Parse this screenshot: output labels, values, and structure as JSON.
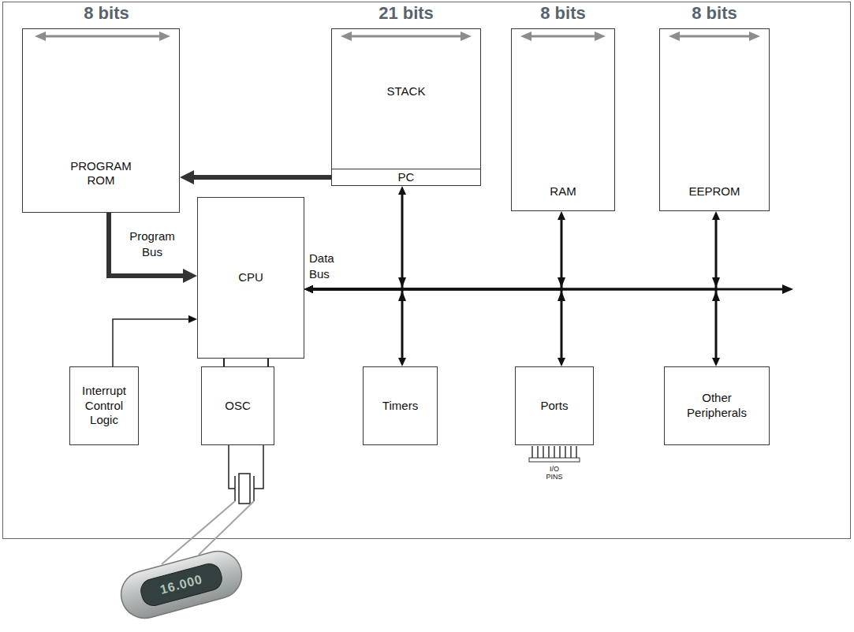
{
  "diagram": {
    "nodes": [
      {
        "text": [
          "PROGRAM ROM"
        ]
      },
      {
        "text": [
          "STACK"
        ]
      },
      {
        "text": [
          "PC"
        ],
        "in": 1
      },
      {
        "text": [
          "RAM"
        ]
      },
      {
        "text": [
          "EEPROM"
        ]
      },
      {
        "text": [
          "CPU"
        ]
      },
      {
        "text": [
          "Interrupt Control Logic"
        ]
      },
      {
        "text": [
          "OSC"
        ]
      },
      {
        "text": [
          "Timers"
        ]
      },
      {
        "text": [
          "Ports"
        ]
      },
      {
        "text": [
          "Other Peripherals"
        ]
      }
    ],
    "edges": [
      {
        "from": 2,
        "to": 0,
        "arrow": "to"
      },
      {
        "from": 0,
        "to": 5,
        "arrow": "to"
      },
      {
        "from": 6,
        "to": 5,
        "arrow": "to"
      },
      {
        "from": 5,
        "to": 7,
        "arrow": "none"
      },
      {
        "from": 5,
        "to": 7,
        "arrow": "none"
      },
      {
        "from": 5,
        "to": 2,
        "arrow": "both"
      },
      {
        "from": 5,
        "to": 8,
        "arrow": "both"
      },
      {
        "from": 5,
        "to": 3,
        "arrow": "both"
      },
      {
        "from": 5,
        "to": 9,
        "arrow": "both"
      },
      {
        "from": 5,
        "to": 4,
        "arrow": "both"
      },
      {
        "from": 5,
        "to": 10,
        "arrow": "both"
      }
    ],
    "labels": [
      "8 bits",
      "21 bits",
      "8 bits",
      "8 bits",
      "Program Bus",
      "Data Bus",
      "I/O PINS",
      "16.000"
    ]
  }
}
